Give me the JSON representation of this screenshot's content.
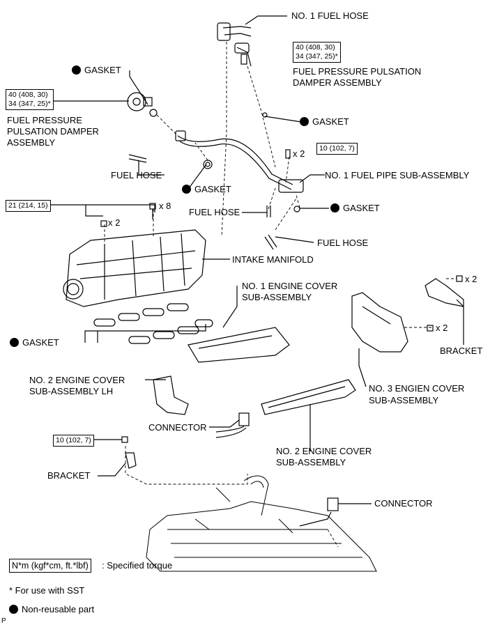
{
  "labels": {
    "no1_fuel_hose": "NO. 1 FUEL HOSE",
    "damper_right_1": "FUEL PRESSURE PULSATION",
    "damper_right_2": "DAMPER ASSEMBLY",
    "gasket_upper_left": "GASKET",
    "damper_left_1": "FUEL PRESSURE",
    "damper_left_2": "PULSATION DAMPER",
    "damper_left_3": "ASSEMBLY",
    "gasket_right_upper": "GASKET",
    "fuel_hose_left": "FUEL HOSE",
    "gasket_mid": "GASKET",
    "no1_fuel_pipe": "NO. 1 FUEL PIPE SUB-ASSEMBLY",
    "fuel_hose_mid": "FUEL HOSE",
    "gasket_right_lower": "GASKET",
    "fuel_hose_lower": "FUEL HOSE",
    "intake_manifold": "INTAKE MANIFOLD",
    "no1_engine_cover_1": "NO. 1 ENGINE COVER",
    "no1_engine_cover_2": "SUB-ASSEMBLY",
    "bracket_right": "BRACKET",
    "gasket_manifold": "GASKET",
    "no2_cover_lh_1": "NO. 2 ENGINE COVER",
    "no2_cover_lh_2": "SUB-ASSEMBLY LH",
    "no3_cover_1": "NO. 3 ENGIEN COVER",
    "no3_cover_2": "SUB-ASSEMBLY",
    "connector_left": "CONNECTOR",
    "no2_cover_1": "NO. 2 ENGINE COVER",
    "no2_cover_2": "SUB-ASSEMBLY",
    "bracket_left": "BRACKET",
    "connector_right": "CONNECTOR"
  },
  "torque": {
    "damper_right_a": "40 (408, 30)",
    "damper_right_b": "34 (347, 25)*",
    "damper_left_a": "40 (408, 30)",
    "damper_left_b": "34 (347, 25)*",
    "fuel_pipe": "10 (102, 7)",
    "manifold": "21 (214, 15)",
    "bracket_left": "10 (102, 7)"
  },
  "multipliers": {
    "fuel_pipe_bolts": "x 2",
    "manifold_bolts": "x 8",
    "manifold_nuts": "x 2",
    "bracket_bolts": "x 2",
    "cover3_bolts": "x 2"
  },
  "legend": {
    "unit_box": "N*m (kgf*cm, ft.*lbf)",
    "unit_text": ": Specified torque",
    "sst_note": "* For use with SST",
    "non_reusable": "Non-reusable part"
  },
  "corner_mark": "P"
}
